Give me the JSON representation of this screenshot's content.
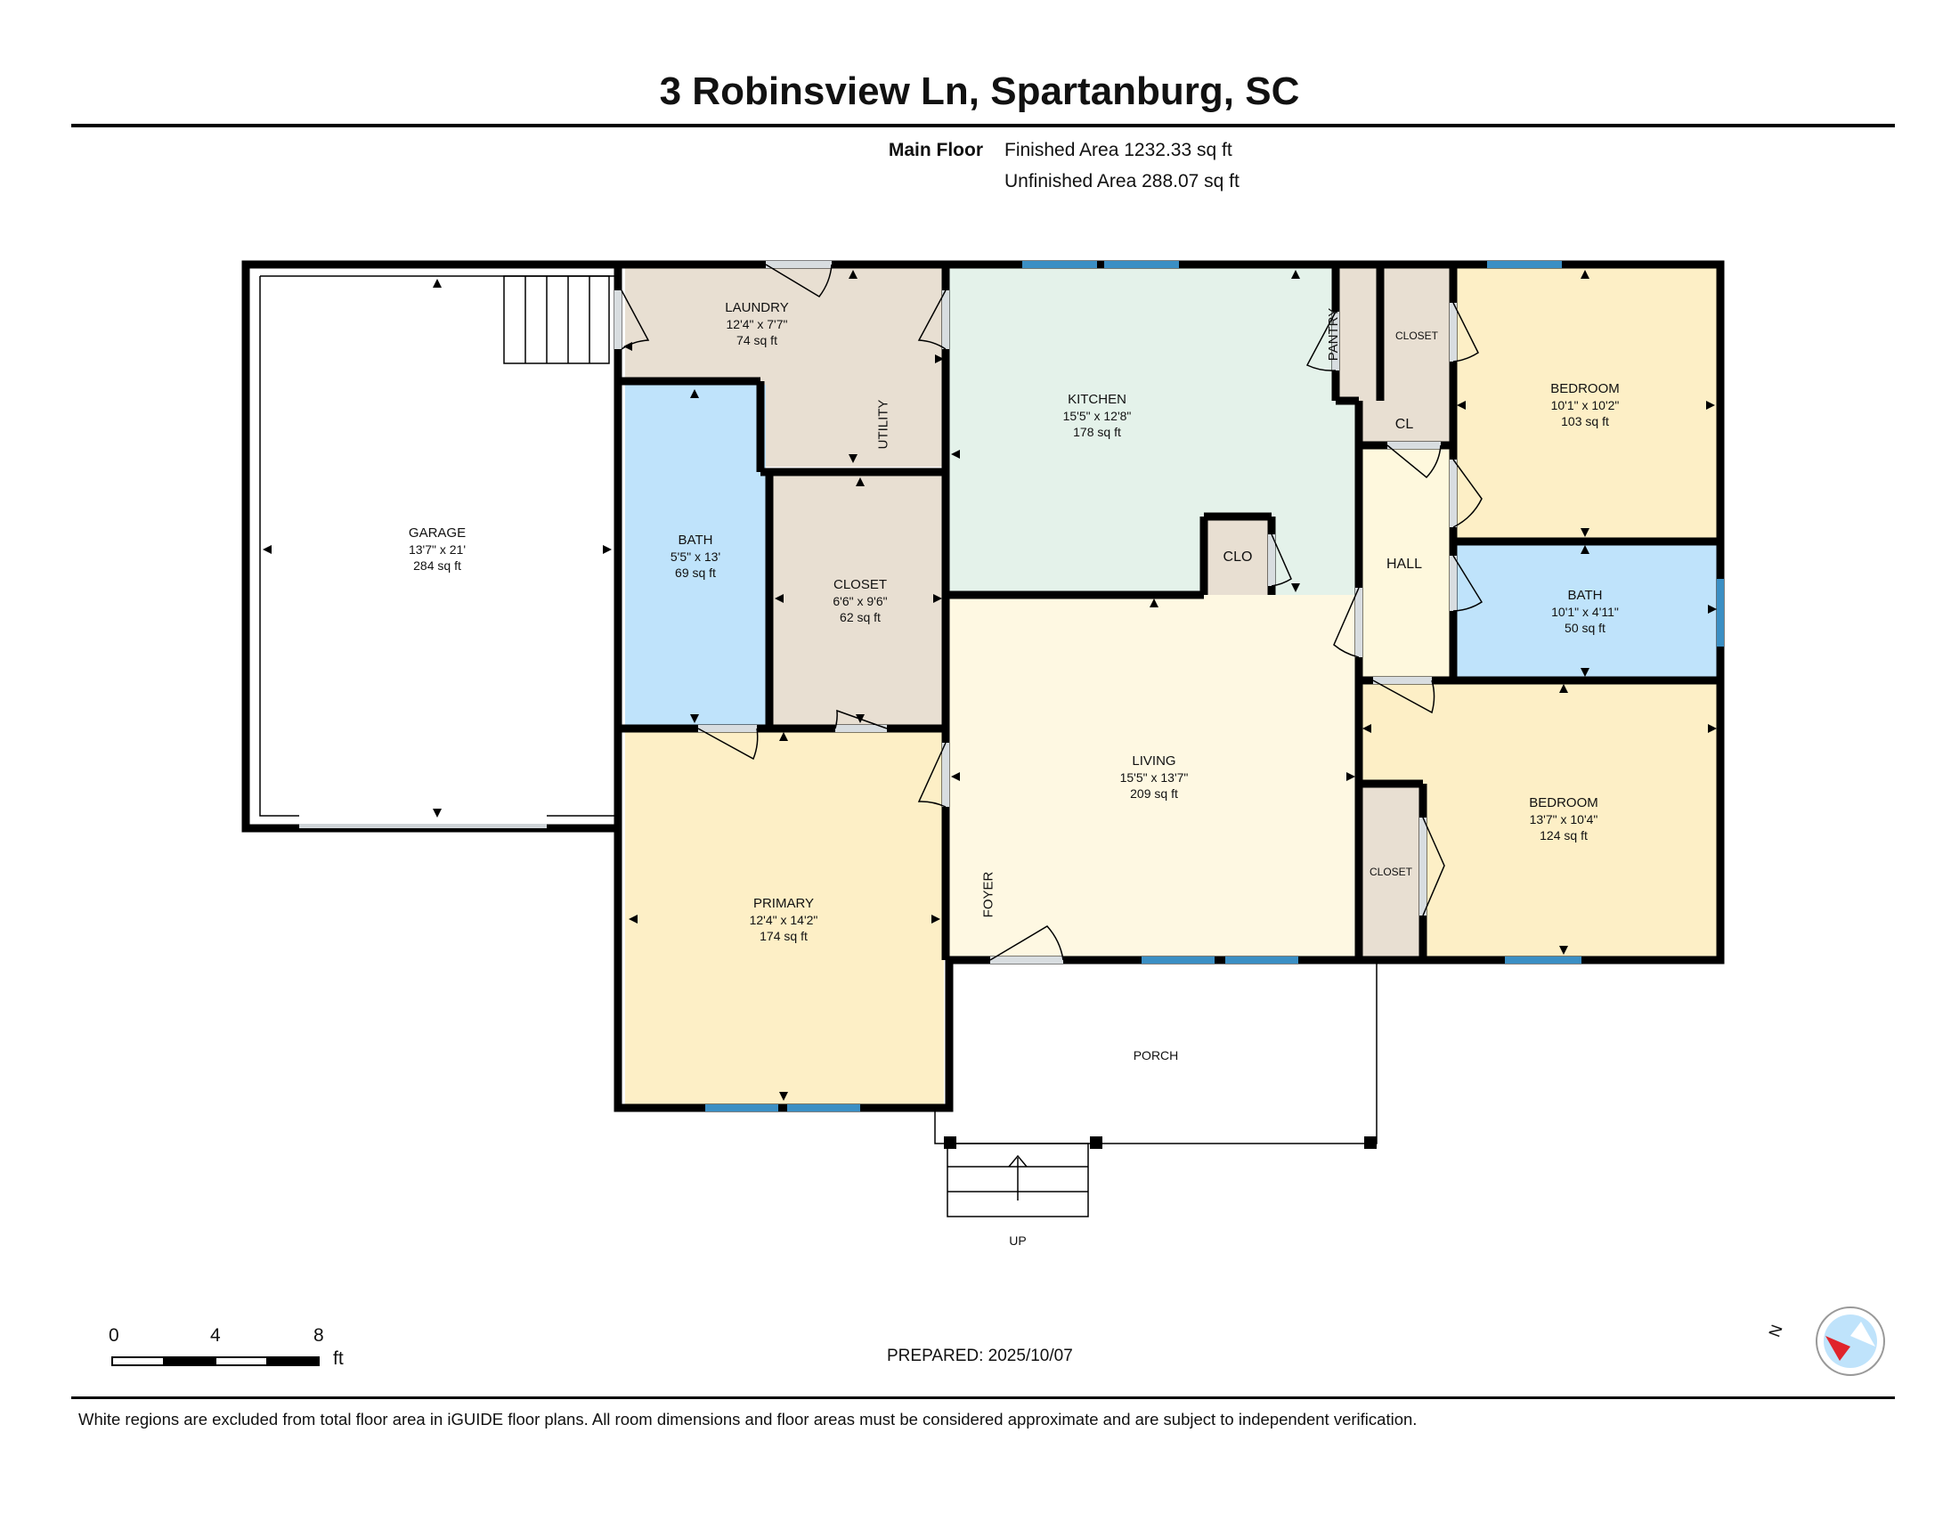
{
  "header": {
    "title": "3 Robinsview Ln, Spartanburg, SC",
    "floor_name": "Main Floor",
    "finished_area": "Finished Area 1232.33 sq ft",
    "unfinished_area": "Unfinished Area 288.07 sq ft"
  },
  "rooms": {
    "garage": {
      "name": "GARAGE",
      "dims": "13'7\" x 21'",
      "area": "284 sq ft"
    },
    "laundry": {
      "name": "LAUNDRY",
      "dims": "12'4\" x 7'7\"",
      "area": "74 sq ft"
    },
    "utility": {
      "name": "UTILITY"
    },
    "kitchen": {
      "name": "KITCHEN",
      "dims": "15'5\" x 12'8\"",
      "area": "178 sq ft"
    },
    "pantry": {
      "name": "PANTRY"
    },
    "closet_top": {
      "name": "CLOSET"
    },
    "cl": {
      "name": "CL"
    },
    "bedroom_top": {
      "name": "BEDROOM",
      "dims": "10'1\" x 10'2\"",
      "area": "103 sq ft"
    },
    "bath_left": {
      "name": "BATH",
      "dims": "5'5\" x 13'",
      "area": "69 sq ft"
    },
    "closet_mid": {
      "name": "CLOSET",
      "dims": "6'6\" x 9'6\"",
      "area": "62 sq ft"
    },
    "clo": {
      "name": "CLO"
    },
    "hall": {
      "name": "HALL"
    },
    "bath_right": {
      "name": "BATH",
      "dims": "10'1\" x 4'11\"",
      "area": "50 sq ft"
    },
    "living": {
      "name": "LIVING",
      "dims": "15'5\" x 13'7\"",
      "area": "209 sq ft"
    },
    "bedroom_bottom": {
      "name": "BEDROOM",
      "dims": "13'7\" x 10'4\"",
      "area": "124 sq ft"
    },
    "closet_bottom": {
      "name": "CLOSET"
    },
    "primary": {
      "name": "PRIMARY",
      "dims": "12'4\" x 14'2\"",
      "area": "174 sq ft"
    },
    "foyer": {
      "name": "FOYER"
    },
    "porch": {
      "name": "PORCH"
    },
    "up": {
      "name": "UP"
    }
  },
  "room_colors": {
    "laundry": "#e8dfd2",
    "kitchen": "#e4f2ea",
    "bath": "#bfe3fb",
    "bedroom": "#fdefc6",
    "hall": "#fef8dd",
    "living": "#fef8e2",
    "closet": "#e8dfd2",
    "primary": "#fdefc6",
    "window": "#3b8fc4"
  },
  "scale": {
    "ticks": [
      "0",
      "4",
      "8"
    ],
    "unit": "ft"
  },
  "compass": {
    "label": "N",
    "icon": "compass-icon"
  },
  "footer": {
    "prepared": "PREPARED: 2025/10/07",
    "disclaimer": "White regions are excluded from total floor area in iGUIDE floor plans. All room dimensions and floor areas must be considered approximate and are subject to independent verification."
  }
}
